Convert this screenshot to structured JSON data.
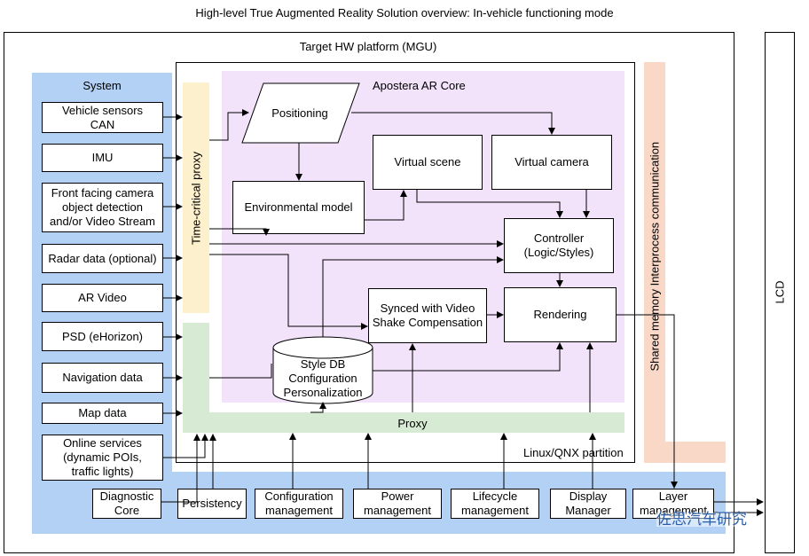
{
  "title": "High-level True Augmented Reality Solution overview: In-vehicle functioning mode",
  "regions": {
    "target_hw": "Target HW platform (MGU)",
    "system": "System",
    "apostera_core": "Apostera AR Core",
    "linux_partition": "Linux/QNX partition",
    "time_critical_proxy": "Time-critical proxy",
    "proxy": "Proxy",
    "shared_memory": "Shared memory Interprocess communication",
    "lcd": "LCD"
  },
  "system_inputs": [
    "Vehicle sensors\nCAN",
    "IMU",
    "Front facing camera\nobject detection\nand/or Video Stream",
    "Radar data (optional)",
    "AR Video",
    "PSD (eHorizon)",
    "Navigation data",
    "Map data",
    "Online services\n(dynamic POIs,\ntraffic lights)"
  ],
  "core_blocks": {
    "positioning": "Positioning",
    "environmental_model": "Environmental model",
    "virtual_scene": "Virtual scene",
    "virtual_camera": "Virtual camera",
    "controller": "Controller\n(Logic/Styles)",
    "synced_video": "Synced with Video\nShake Compensation",
    "rendering": "Rendering",
    "style_db": "Style DB\nConfiguration\nPersonalization"
  },
  "services": [
    "Diagnostic\nCore",
    "Persistency",
    "Configuration\nmanagement",
    "Power\nmanagement",
    "Lifecycle\nmanagement",
    "Display\nManager",
    "Layer\nmanagement"
  ],
  "watermark": "佐思汽车研究",
  "colors": {
    "system_blue": "#b3d1f5",
    "core_purple": "#f2e3fb",
    "proxy_yellow": "#fdf0cc",
    "proxy_green": "#d7ead3",
    "shared_memory_salmon": "#fad8c8"
  }
}
